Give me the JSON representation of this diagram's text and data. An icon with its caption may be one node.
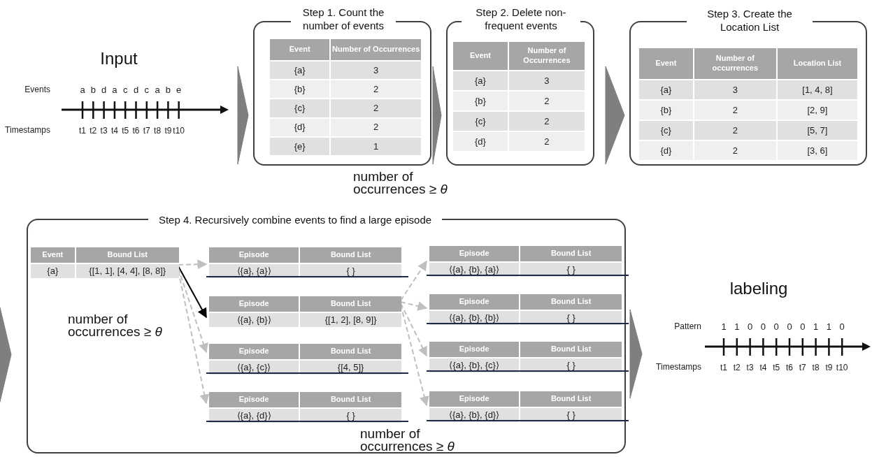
{
  "diagram": {
    "nodes": [
      {
        "text": [
          "Input"
        ]
      },
      {
        "text": [
          "Step 1. Count the number of events"
        ]
      },
      {
        "text": [
          "Event",
          "Number of Occurrences",
          "{a}",
          "3",
          "{b}",
          "2",
          "{c}",
          "2",
          "{d}",
          "2",
          "{e}",
          "1"
        ],
        "in": 1
      },
      {
        "text": [
          "Step 2. Delete non-frequent events"
        ]
      },
      {
        "text": [
          "Event",
          "Number of Occurrences",
          "{a}",
          "3",
          "{b}",
          "2",
          "{c}",
          "2",
          "{d}",
          "2"
        ],
        "in": 3
      },
      {
        "text": [
          "Step 3. Create the Location List"
        ]
      },
      {
        "text": [
          "Event",
          "Number of occurrences",
          "Location List",
          "{a}",
          "3",
          "[1, 4, 8]",
          "{b}",
          "2",
          "[2, 9]",
          "{c}",
          "2",
          "[5, 7]",
          "{d}",
          "2",
          "[3, 6]"
        ],
        "in": 5
      },
      {
        "text": [
          "Step 4. Recursively combine events to find a large episode"
        ]
      },
      {
        "text": [
          "Event",
          "Bound List",
          "{a}",
          "{[1, 1], [4, 4], [8, 8]}"
        ],
        "in": 7
      },
      {
        "text": [
          "Episode",
          "Bound List",
          "⟨{a}, {a}⟩",
          "{ }"
        ],
        "in": 7
      },
      {
        "text": [
          "Episode",
          "Bound List",
          "⟨{a}, {b}⟩",
          "{[1, 2], [8, 9]}"
        ],
        "in": 7
      },
      {
        "text": [
          "Episode",
          "Bound List",
          "⟨{a}, {c}⟩",
          "{[4, 5]}"
        ],
        "in": 7
      },
      {
        "text": [
          "Episode",
          "Bound List",
          "⟨{a}, {d}⟩",
          "{ }"
        ],
        "in": 7
      },
      {
        "text": [
          "Episode",
          "Bound List",
          "⟨{a}, {b}, {a}⟩",
          "{ }"
        ],
        "in": 7
      },
      {
        "text": [
          "Episode",
          "Bound List",
          "⟨{a}, {b}, {b}⟩",
          "{ }"
        ],
        "in": 7
      },
      {
        "text": [
          "Episode",
          "Bound List",
          "⟨{a}, {b}, {c}⟩",
          "{ }"
        ],
        "in": 7
      },
      {
        "text": [
          "Episode",
          "Bound List",
          "⟨{a}, {b}, {d}⟩",
          "{ }"
        ],
        "in": 7
      },
      {
        "text": [
          "labeling"
        ]
      }
    ],
    "edges": [
      {
        "from": 0,
        "to": 1,
        "arrow": "to",
        "color": "#7f7f7f"
      },
      {
        "from": 1,
        "to": 3,
        "arrow": "to",
        "color": "#7f7f7f"
      },
      {
        "from": 3,
        "to": 5,
        "arrow": "to",
        "color": "#7f7f7f"
      },
      {
        "from": null,
        "to": 7,
        "arrow": "to",
        "color": "#7f7f7f"
      },
      {
        "from": 7,
        "to": 17,
        "arrow": "to",
        "color": "#7f7f7f"
      },
      {
        "from": 8,
        "to": 9,
        "arrow": "to",
        "style": "dashed"
      },
      {
        "from": 8,
        "to": 10,
        "arrow": "to",
        "color": "#000000"
      },
      {
        "from": 8,
        "to": 11,
        "arrow": "to",
        "style": "dashed"
      },
      {
        "from": 8,
        "to": 12,
        "arrow": "to",
        "style": "dashed"
      },
      {
        "from": 10,
        "to": 13,
        "arrow": "to",
        "style": "dashed"
      },
      {
        "from": 10,
        "to": 14,
        "arrow": "to",
        "style": "dashed"
      },
      {
        "from": 10,
        "to": 15,
        "arrow": "to",
        "style": "dashed"
      },
      {
        "from": 10,
        "to": 16,
        "arrow": "to",
        "style": "dashed"
      }
    ],
    "labels": [
      "Events",
      "a",
      "b",
      "d",
      "a",
      "c",
      "d",
      "c",
      "a",
      "b",
      "e",
      "Timestamps",
      "t1",
      "t2",
      "t3",
      "t4",
      "t5",
      "t6",
      "t7",
      "t8",
      "t9",
      "t10",
      "number of occurrences ≥ *θ*",
      "number of occurrences ≥ *θ*",
      "number of occurrences ≥ *θ*",
      "Pattern",
      "1",
      "1",
      "0",
      "0",
      "0",
      "0",
      "0",
      "1",
      "1",
      "0",
      "Timestamps",
      "t1",
      "t2",
      "t3",
      "t4",
      "t5",
      "t6",
      "t7",
      "t8",
      "t9",
      "t10"
    ]
  }
}
